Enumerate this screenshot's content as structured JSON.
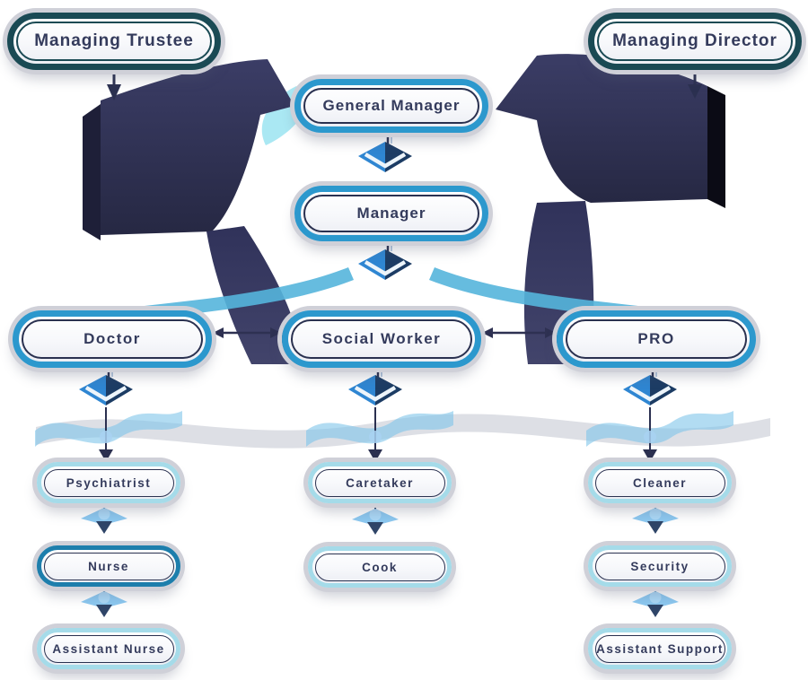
{
  "diagram_type": "organization-chart",
  "nodes": {
    "managing_trustee": "Managing Trustee",
    "managing_director": "Managing Director",
    "general_manager": "General Manager",
    "manager": "Manager",
    "doctor": "Doctor",
    "social_worker": "Social Worker",
    "pro": "PRO",
    "psychiatrist": "Psychiatrist",
    "nurse": "Nurse",
    "assistant_nurse": "Assistant Nurse",
    "caretaker": "Caretaker",
    "cook": "Cook",
    "cleaner": "Cleaner",
    "security": "Security",
    "assistant_support": "Assistant Support"
  },
  "edges": [
    {
      "from": "Managing Trustee",
      "to": "General Manager"
    },
    {
      "from": "Managing Director",
      "to": "General Manager"
    },
    {
      "from": "General Manager",
      "to": "Manager"
    },
    {
      "from": "Manager",
      "to": "Doctor"
    },
    {
      "from": "Manager",
      "to": "Social Worker"
    },
    {
      "from": "Manager",
      "to": "PRO"
    },
    {
      "from": "Doctor",
      "to": "Social Worker",
      "type": "lateral"
    },
    {
      "from": "Social Worker",
      "to": "PRO",
      "type": "lateral"
    },
    {
      "from": "Doctor",
      "to": "Psychiatrist"
    },
    {
      "from": "Psychiatrist",
      "to": "Nurse"
    },
    {
      "from": "Nurse",
      "to": "Assistant Nurse"
    },
    {
      "from": "Social Worker",
      "to": "Caretaker"
    },
    {
      "from": "Caretaker",
      "to": "Cook"
    },
    {
      "from": "PRO",
      "to": "Cleaner"
    },
    {
      "from": "Cleaner",
      "to": "Security"
    },
    {
      "from": "Security",
      "to": "Assistant Support"
    }
  ],
  "colors": {
    "executive_ring": "#1a4a54",
    "management_ring": "#2c98cd",
    "staff_ring": "#a5dbe9",
    "nurse_ring": "#1d7eac",
    "inner_ring": "#2a3150",
    "text": "#343b5c",
    "ribbon_dark": "#32335a",
    "arrow_blue": "#2f86d2",
    "arrow_navy": "#1c3c64",
    "wave_cyan": "#55b5dc",
    "silver_edge": "#cfd0d8"
  }
}
